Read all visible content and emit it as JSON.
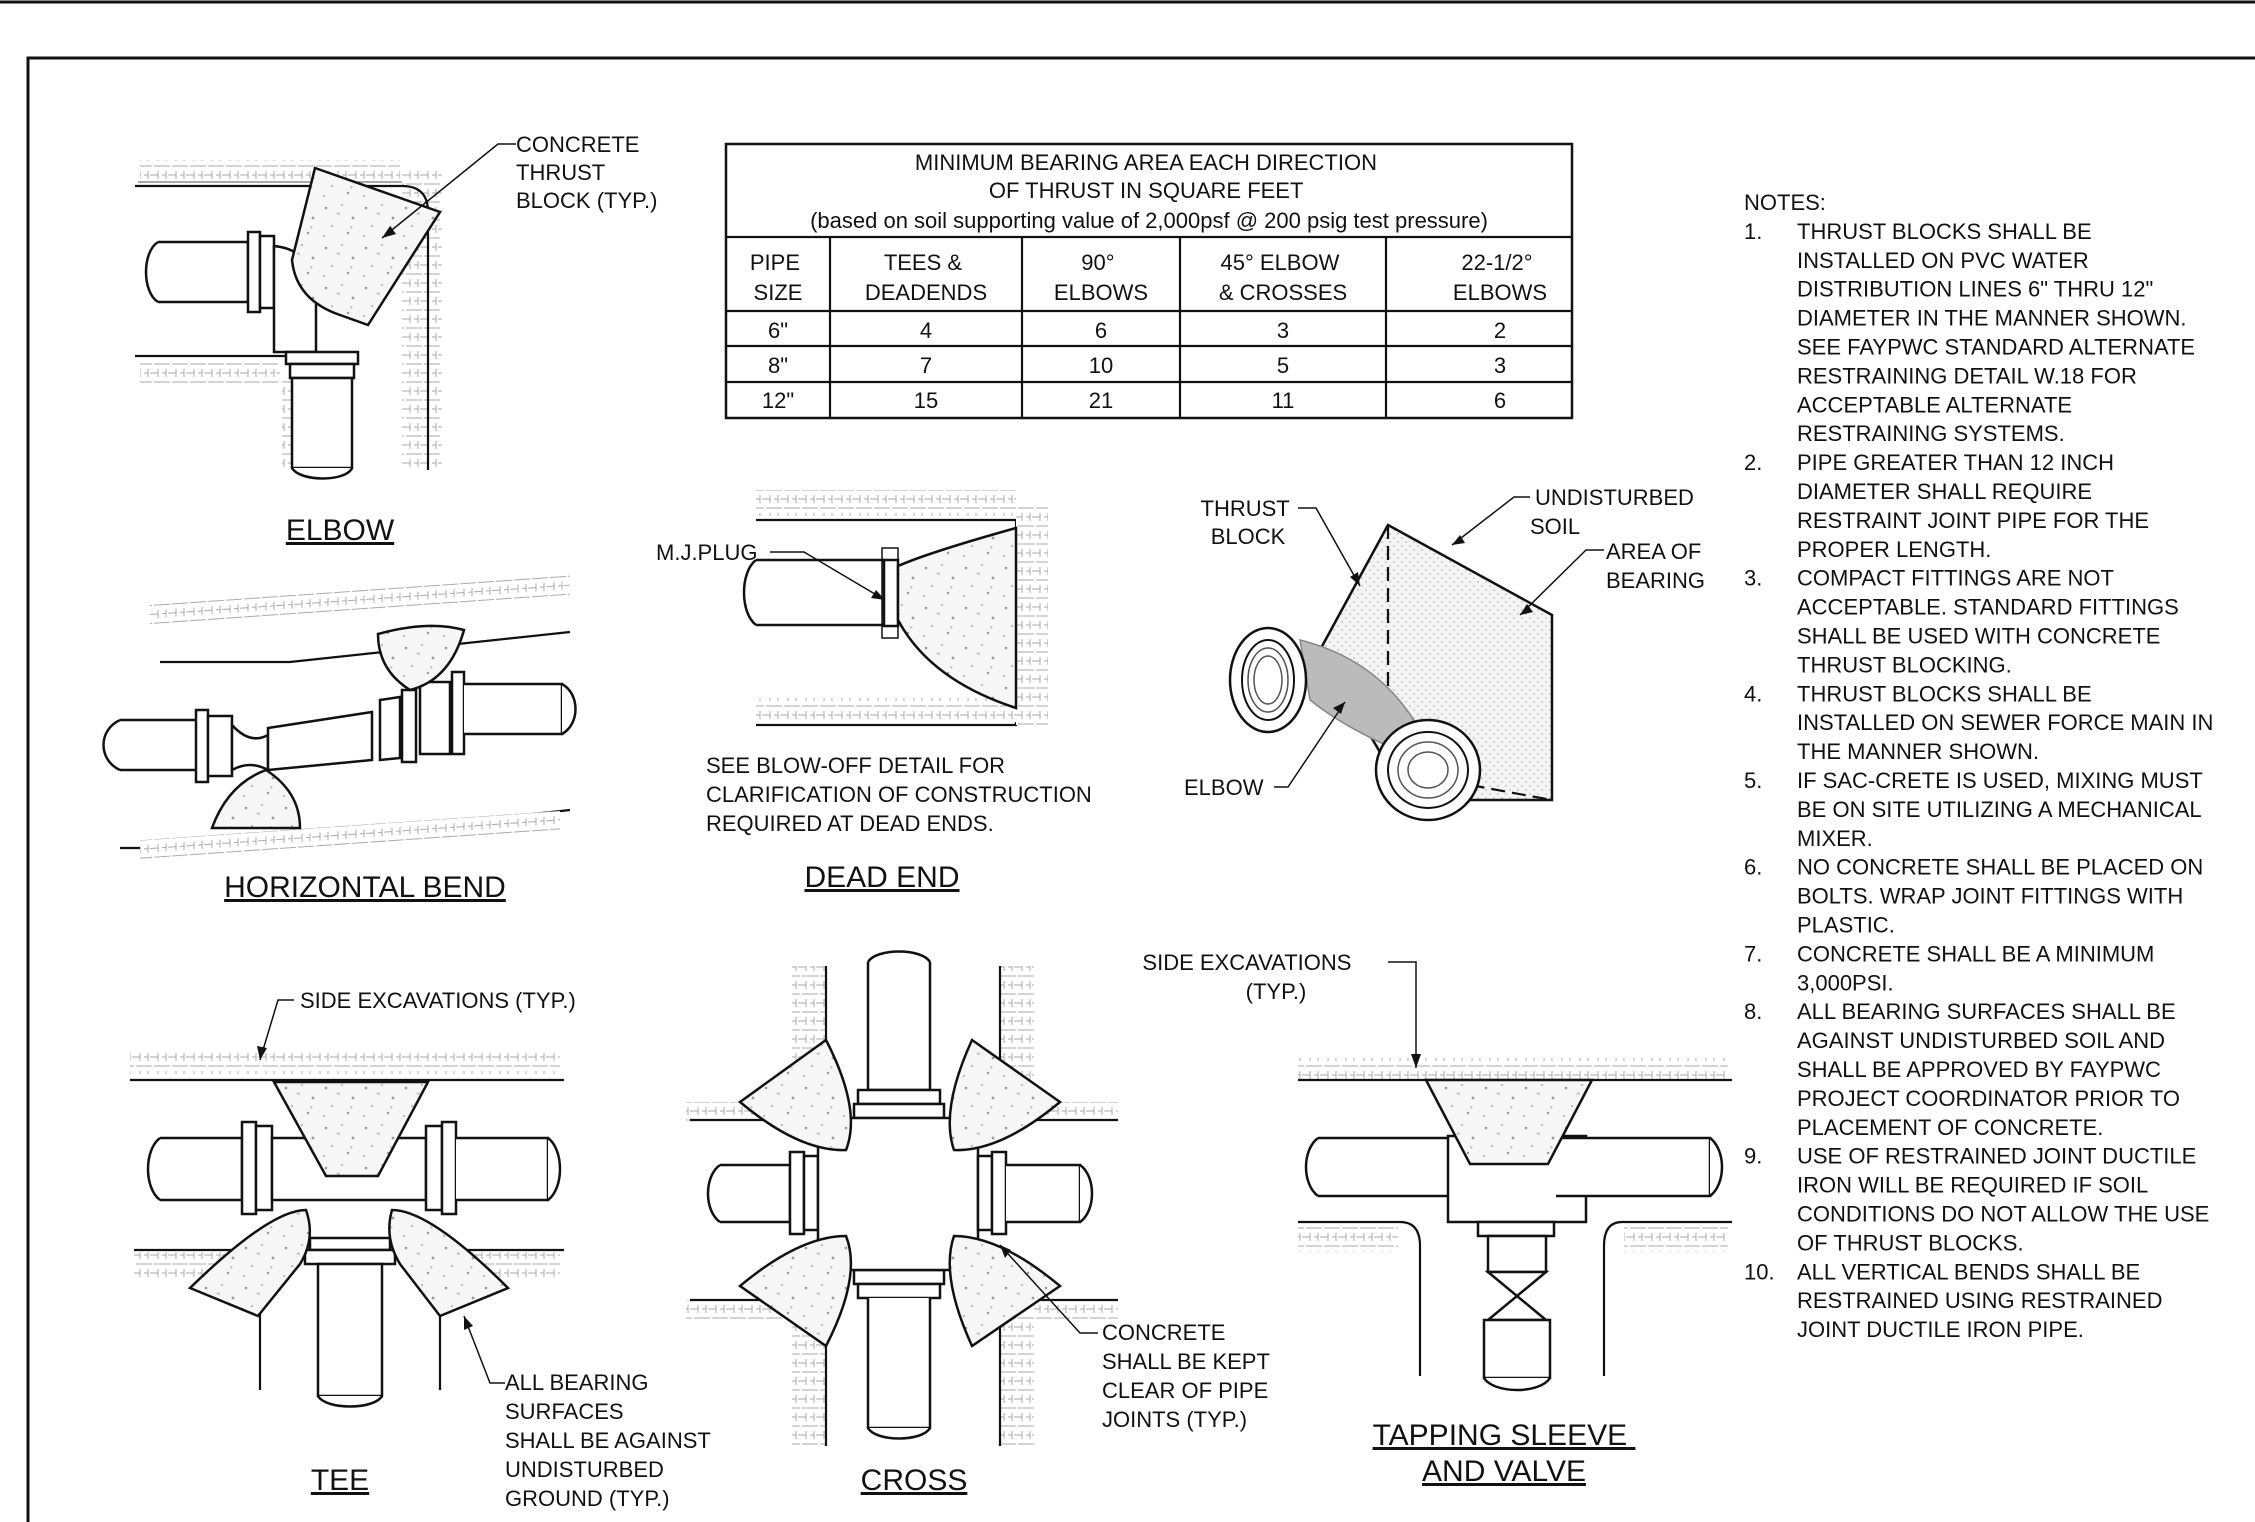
{
  "views": {
    "elbow": "ELBOW",
    "horizontal_bend": "HORIZONTAL BEND",
    "dead_end": "DEAD END",
    "tee": "TEE",
    "cross": "CROSS",
    "tapping_line1": "TAPPING SLEEVE",
    "tapping_line2": "AND VALVE"
  },
  "callouts": {
    "concrete_thrust_block": [
      "CONCRETE",
      "THRUST",
      "BLOCK (TYP.)"
    ],
    "mj_plug": "M.J.PLUG",
    "blowoff": [
      "SEE BLOW-OFF DETAIL FOR",
      "CLARIFICATION OF CONSTRUCTION",
      "REQUIRED AT DEAD ENDS."
    ],
    "thrust_block": [
      "THRUST",
      "BLOCK"
    ],
    "undisturbed_soil": [
      "UNDISTURBED",
      "SOIL"
    ],
    "area_of_bearing": [
      "AREA OF",
      "BEARING"
    ],
    "elbow_iso": "ELBOW",
    "side_excavations_tee": "SIDE EXCAVATIONS (TYP.)",
    "all_bearing": [
      "ALL BEARING",
      "SURFACES",
      "SHALL BE AGAINST",
      "UNDISTURBED",
      "GROUND (TYP.)"
    ],
    "concrete_clear": [
      "CONCRETE",
      "SHALL BE KEPT",
      "CLEAR OF PIPE",
      "JOINTS (TYP.)"
    ],
    "side_excavations_tap": [
      "SIDE EXCAVATIONS",
      "(TYP.)"
    ]
  },
  "table": {
    "title": [
      "MINIMUM BEARING AREA EACH DIRECTION",
      "OF THRUST IN SQUARE FEET",
      "(based on soil supporting value of 2,000psf @ 200 psig test pressure)"
    ],
    "headers": [
      [
        "PIPE",
        "SIZE"
      ],
      [
        "TEES &",
        "DEADENDS"
      ],
      [
        "90°",
        "ELBOWS"
      ],
      [
        "45° ELBOW",
        "& CROSSES"
      ],
      [
        "22-1/2°",
        "ELBOWS"
      ]
    ],
    "rows": [
      [
        "6\"",
        "4",
        "6",
        "3",
        "2"
      ],
      [
        "8\"",
        "7",
        "10",
        "5",
        "3"
      ],
      [
        "12\"",
        "15",
        "21",
        "11",
        "6"
      ]
    ]
  },
  "notes": {
    "heading": "NOTES:",
    "items": [
      {
        "num": "1.",
        "lines": [
          "THRUST BLOCKS SHALL BE",
          "INSTALLED ON PVC WATER",
          "DISTRIBUTION LINES 6\" THRU 12\"",
          "DIAMETER IN THE MANNER SHOWN.",
          "SEE FAYPWC STANDARD ALTERNATE",
          "RESTRAINING DETAIL W.18 FOR",
          "ACCEPTABLE ALTERNATE",
          "RESTRAINING SYSTEMS."
        ]
      },
      {
        "num": "2.",
        "lines": [
          "PIPE GREATER THAN 12 INCH",
          "DIAMETER SHALL REQUIRE",
          "RESTRAINT JOINT PIPE FOR THE",
          "PROPER LENGTH."
        ]
      },
      {
        "num": "3.",
        "lines": [
          "COMPACT FITTINGS ARE NOT",
          "ACCEPTABLE.  STANDARD FITTINGS",
          "SHALL BE USED WITH CONCRETE",
          "THRUST BLOCKING."
        ]
      },
      {
        "num": "4.",
        "lines": [
          "THRUST BLOCKS SHALL BE",
          "INSTALLED ON SEWER FORCE MAIN IN",
          "THE MANNER SHOWN."
        ]
      },
      {
        "num": "5.",
        "lines": [
          "IF SAC-CRETE IS USED, MIXING MUST",
          "BE ON SITE UTILIZING A MECHANICAL",
          "MIXER."
        ]
      },
      {
        "num": "6.",
        "lines": [
          "NO CONCRETE SHALL BE PLACED ON",
          "BOLTS.  WRAP JOINT FITTINGS WITH",
          "PLASTIC."
        ]
      },
      {
        "num": "7.",
        "lines": [
          "CONCRETE SHALL BE A MINIMUM",
          "3,000PSI."
        ]
      },
      {
        "num": "8.",
        "lines": [
          "ALL BEARING SURFACES SHALL BE",
          "AGAINST UNDISTURBED SOIL AND",
          "SHALL BE APPROVED BY FAYPWC",
          "PROJECT COORDINATOR PRIOR TO",
          "PLACEMENT OF CONCRETE."
        ]
      },
      {
        "num": "9.",
        "lines": [
          "USE OF RESTRAINED JOINT DUCTILE",
          "IRON WILL BE REQUIRED IF SOIL",
          "CONDITIONS DO NOT ALLOW THE USE",
          "OF THRUST BLOCKS."
        ]
      },
      {
        "num": "10.",
        "lines": [
          "ALL VERTICAL BENDS SHALL BE",
          "RESTRAINED USING RESTRAINED",
          "JOINT DUCTILE IRON PIPE."
        ]
      }
    ]
  }
}
